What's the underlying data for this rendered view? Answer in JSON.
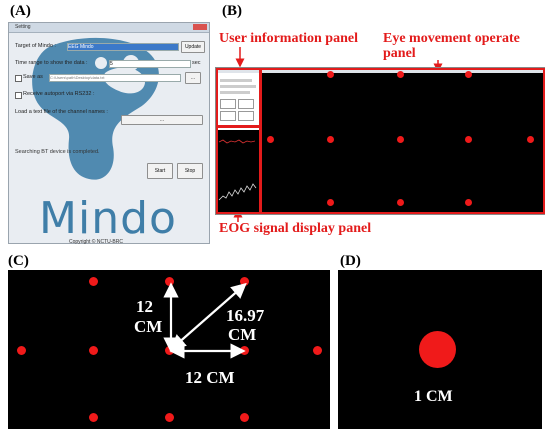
{
  "panels": {
    "a": "(A)",
    "b": "(B)",
    "c": "(C)",
    "d": "(D)"
  },
  "software": {
    "window_title": "Setting",
    "target_label": "Target of Mindo :",
    "target_value": "EEG Mindo",
    "update_button": "Update",
    "time_range_label": "Time range to show the data :",
    "time_range_value": "5",
    "time_unit": "sec",
    "save_as_label": "Save as",
    "save_path": "C:\\Users\\path\\Desktop\\data.txt",
    "browse_button": "...",
    "rs232_label": "Receive autoport via RS232 :",
    "load_label": "Load a text file of the channel names :",
    "load_button": "...",
    "status_text": "Searching BT device is completed.",
    "start_button": "Start",
    "stop_button": "Stop",
    "logo_text": "Mindo",
    "copyright": "Copyright © NCTU-BRC"
  },
  "annotations": {
    "user_info": "User information panel",
    "eye_movement_line1": "Eye movement operate",
    "eye_movement_line2": "panel",
    "eog_signal": "EOG signal display panel"
  },
  "measurements": {
    "vertical_line1": "12",
    "vertical_line2": "CM",
    "diagonal_line1": "16.97",
    "diagonal_line2": "CM",
    "horizontal": "12 CM",
    "dot_diameter": "1 CM"
  },
  "colors": {
    "label_red": "#e31b1b",
    "target_dot": "#f01a1a",
    "background_black": "#000000",
    "logo_blue": "#3f7ea8"
  }
}
